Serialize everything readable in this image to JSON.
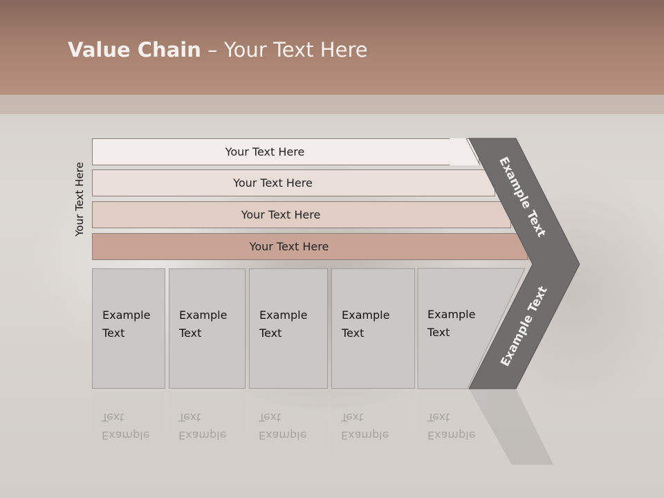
{
  "title": {
    "bold": "Value Chain",
    "rest": " – Your Text Here"
  },
  "side_label": "Your Text Here",
  "bars": [
    {
      "label": "Your Text Here",
      "color": "#f3eeeb"
    },
    {
      "label": "Your Text Here",
      "color": "#eaded8"
    },
    {
      "label": "Your Text Here",
      "color": "#e0cdc4"
    },
    {
      "label": "Your Text Here",
      "color": "#c8a496"
    }
  ],
  "cells": [
    {
      "line1": "Example",
      "line2": "Text"
    },
    {
      "line1": "Example",
      "line2": "Text"
    },
    {
      "line1": "Example",
      "line2": "Text"
    },
    {
      "line1": "Example",
      "line2": "Text"
    },
    {
      "line1": "Example",
      "line2": "Text"
    }
  ],
  "arrow": {
    "upper_label": "Example Text",
    "lower_label": "Example Text",
    "color": "#6f6e6d"
  }
}
